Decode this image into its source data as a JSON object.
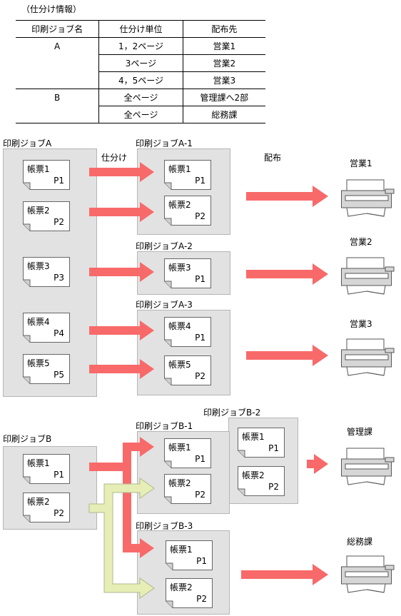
{
  "table": {
    "caption": "（仕分け情報）",
    "headers": [
      "印刷ジョブ名",
      "仕分け単位",
      "配布先"
    ],
    "rows": [
      {
        "job": "A",
        "unit": "1，2ページ",
        "dest": "営業1"
      },
      {
        "job": "",
        "unit": "3ページ",
        "dest": "営業2"
      },
      {
        "job": "",
        "unit": "4，5ページ",
        "dest": "営業3"
      },
      {
        "job": "B",
        "unit": "全ページ",
        "dest": "管理課へ2部"
      },
      {
        "job": "",
        "unit": "全ページ",
        "dest": "総務課"
      }
    ]
  },
  "labels": {
    "shiwake": "仕分け",
    "haifu": "配布"
  },
  "jobs": {
    "A": {
      "title": "印刷ジョブA",
      "docs": [
        {
          "name": "帳票1",
          "page": "P1"
        },
        {
          "name": "帳票2",
          "page": "P2"
        },
        {
          "name": "帳票3",
          "page": "P3"
        },
        {
          "name": "帳票4",
          "page": "P4"
        },
        {
          "name": "帳票5",
          "page": "P5"
        }
      ]
    },
    "A1": {
      "title": "印刷ジョブA-1",
      "docs": [
        {
          "name": "帳票1",
          "page": "P1"
        },
        {
          "name": "帳票2",
          "page": "P2"
        }
      ]
    },
    "A2": {
      "title": "印刷ジョブA-2",
      "docs": [
        {
          "name": "帳票3",
          "page": "P1"
        }
      ]
    },
    "A3": {
      "title": "印刷ジョブA-3",
      "docs": [
        {
          "name": "帳票4",
          "page": "P1"
        },
        {
          "name": "帳票5",
          "page": "P2"
        }
      ]
    },
    "B": {
      "title": "印刷ジョブB",
      "docs": [
        {
          "name": "帳票1",
          "page": "P1"
        },
        {
          "name": "帳票2",
          "page": "P2"
        }
      ]
    },
    "B1": {
      "title": "印刷ジョブB-1",
      "docs": [
        {
          "name": "帳票1",
          "page": "P1"
        },
        {
          "name": "帳票2",
          "page": "P2"
        }
      ]
    },
    "B2": {
      "title": "印刷ジョブB-2",
      "docs": [
        {
          "name": "帳票1",
          "page": "P1"
        },
        {
          "name": "帳票2",
          "page": "P2"
        }
      ]
    },
    "B3": {
      "title": "印刷ジョブB-3",
      "docs": [
        {
          "name": "帳票1",
          "page": "P1"
        },
        {
          "name": "帳票2",
          "page": "P2"
        }
      ]
    }
  },
  "printers": [
    "営業1",
    "営業2",
    "営業3",
    "管理課",
    "総務課"
  ],
  "colors": {
    "arrow_red": "#f86a6a",
    "arrow_yellow": "#e6eeb6",
    "box_gray": "#e2e2e2"
  }
}
